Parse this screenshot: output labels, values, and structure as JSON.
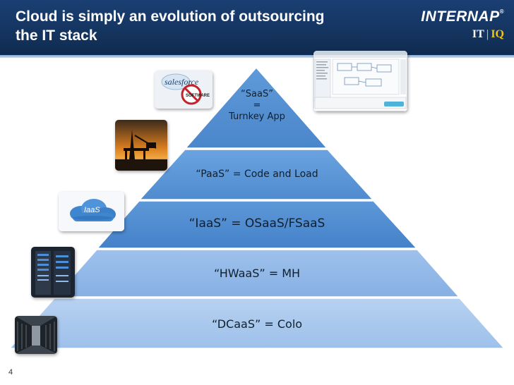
{
  "title": "Cloud is simply an evolution of outsourcing\nthe IT stack",
  "logo": {
    "brand": "INTERNAP",
    "reg": "®",
    "it": "IT",
    "iq": "IQ"
  },
  "pyramid": {
    "tiers": [
      {
        "label": "“SaaS”\n=\nTurnkey App",
        "fill": "#4f8bcf"
      },
      {
        "label": "“PaaS” = Code and Load",
        "fill": "#5a94d6"
      },
      {
        "label": "“IaaS” = OSaaS/FSaaS",
        "fill": "#4e8acd"
      },
      {
        "label": "“HWaaS” = MH",
        "fill": "#8db5e6"
      },
      {
        "label": "“DCaaS” = Colo",
        "fill": "#a9c8ee"
      }
    ]
  },
  "thumbnails": {
    "salesforce": {
      "logo_text": "salesforce",
      "stamp_text": "SOFTWARE"
    },
    "cloud": {
      "label": "IaaS"
    }
  },
  "page_number": "4"
}
